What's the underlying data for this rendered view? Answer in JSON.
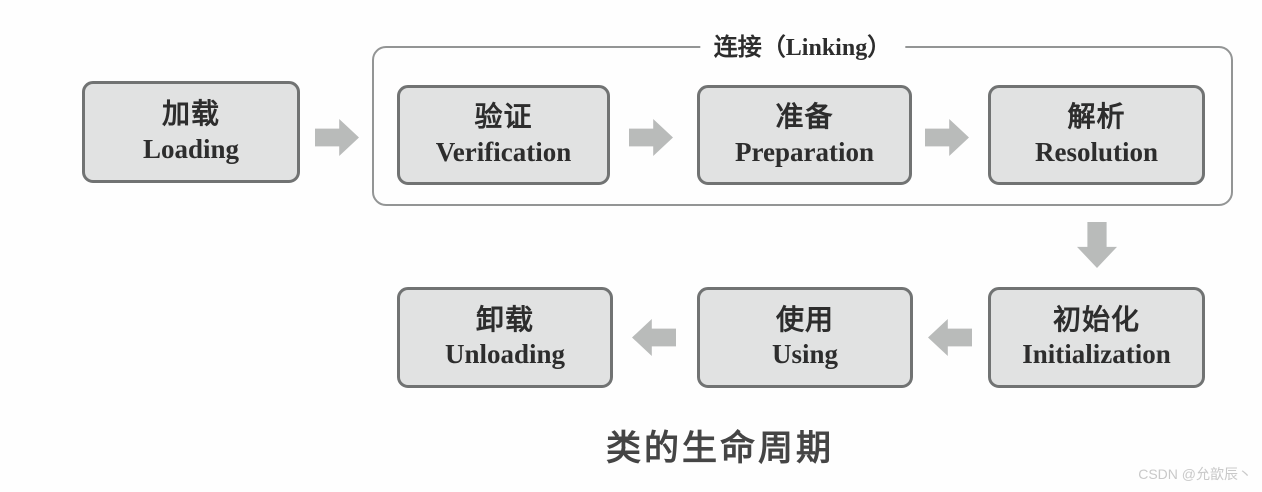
{
  "diagram": {
    "caption": "类的生命周期",
    "watermark": "CSDN @允歆辰丶",
    "linking_group": {
      "label": "连接（Linking）"
    },
    "stages": {
      "loading": {
        "zh": "加载",
        "en": "Loading"
      },
      "verification": {
        "zh": "验证",
        "en": "Verification"
      },
      "preparation": {
        "zh": "准备",
        "en": "Preparation"
      },
      "resolution": {
        "zh": "解析",
        "en": "Resolution"
      },
      "initialization": {
        "zh": "初始化",
        "en": "Initialization"
      },
      "using": {
        "zh": "使用",
        "en": "Using"
      },
      "unloading": {
        "zh": "卸载",
        "en": "Unloading"
      }
    },
    "flow_order": [
      "loading",
      "verification",
      "preparation",
      "resolution",
      "initialization",
      "using",
      "unloading"
    ],
    "colors": {
      "box_fill": "#e1e2e2",
      "box_border": "#717373",
      "group_border": "#939595",
      "arrow": "#b9bbba",
      "text": "#2d2d2d",
      "caption_text": "#454545",
      "watermark_text": "#c9c9c9",
      "bg": "#fefefe"
    }
  }
}
